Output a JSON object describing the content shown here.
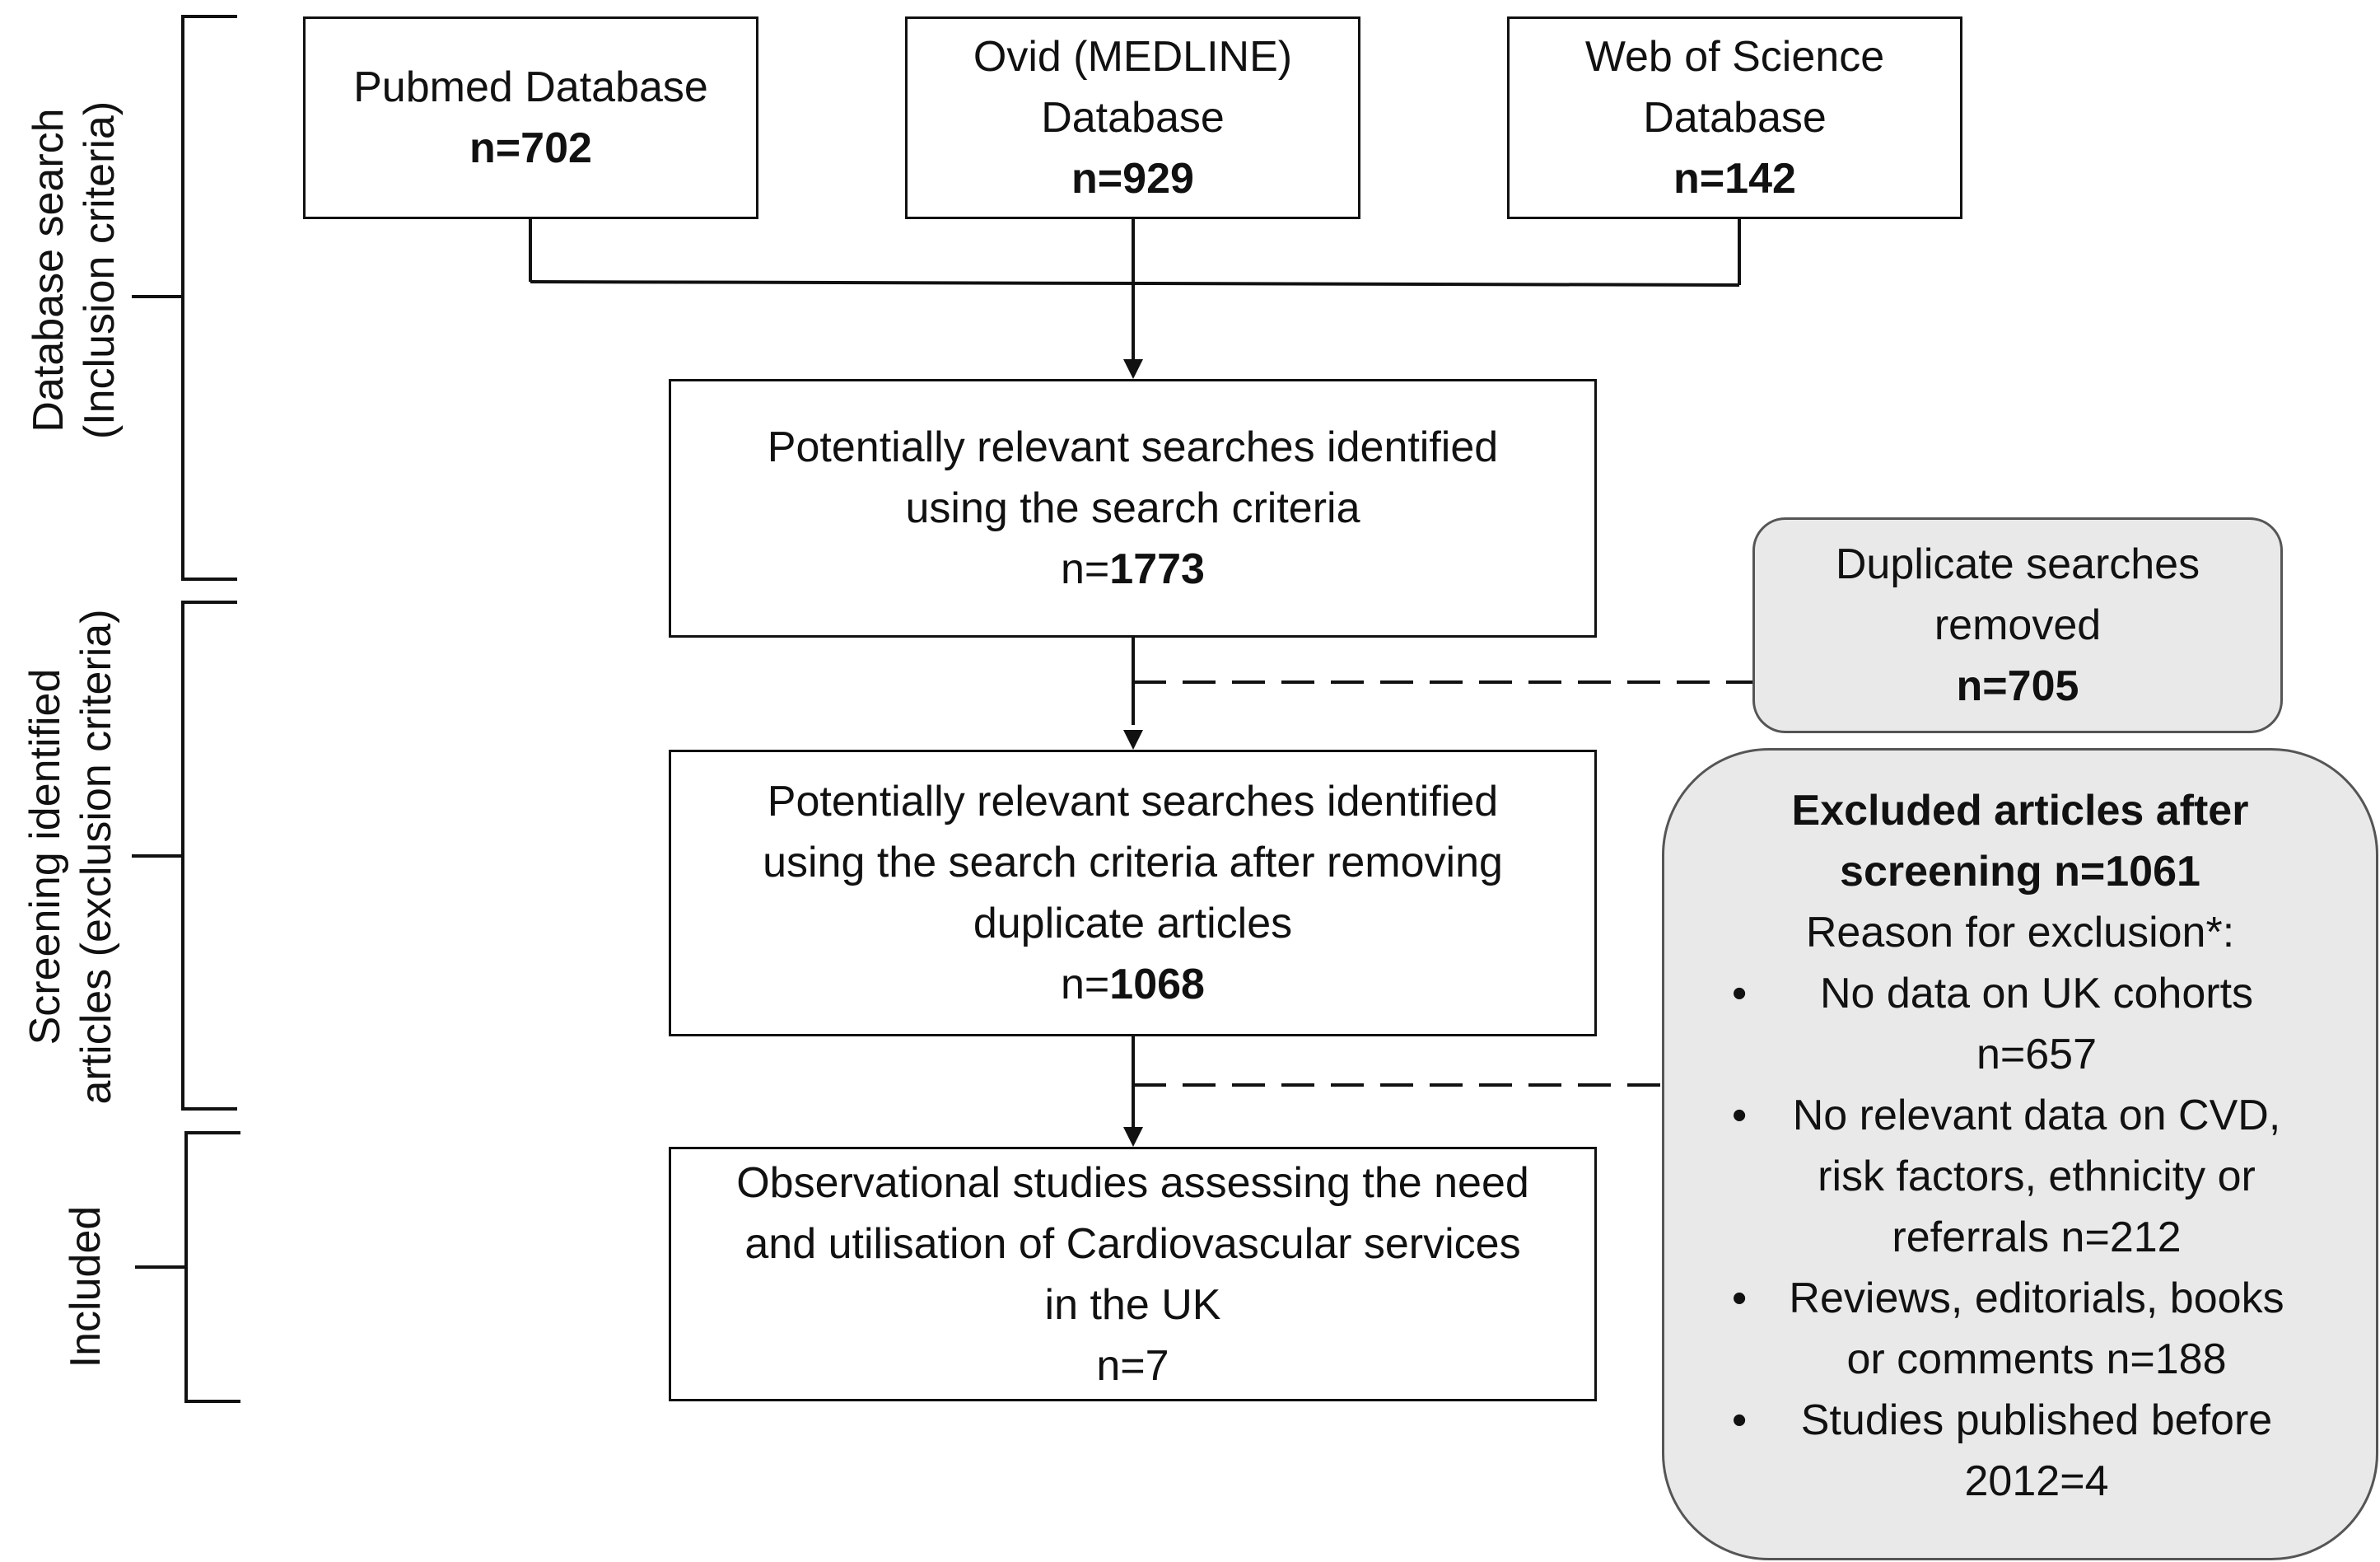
{
  "side_labels": {
    "database_search": [
      "Database search",
      "(Inclusion criteria)"
    ],
    "screening": [
      "Screening identified",
      "articles (exclusion criteria)"
    ],
    "included": "Included"
  },
  "sources": [
    {
      "title": "Pubmed Database",
      "title2": "",
      "n": "n=702"
    },
    {
      "title": "Ovid (MEDLINE)",
      "title2": "Database",
      "n": "n=929"
    },
    {
      "title": "Web of Science",
      "title2": "Database",
      "n": "n=142"
    }
  ],
  "identified": {
    "lines": [
      "Potentially relevant searches identified",
      "using the search criteria"
    ],
    "n_prefix": "n=",
    "n_value": "1773"
  },
  "duplicates": {
    "lines": [
      "Duplicate searches",
      "removed"
    ],
    "n": "n=705"
  },
  "after_dedup": {
    "lines": [
      "Potentially relevant searches identified",
      "using the search criteria after removing",
      "duplicate articles"
    ],
    "n_prefix": "n=",
    "n_value": "1068"
  },
  "included": {
    "lines": [
      "Observational studies assessing the need",
      "and utilisation of Cardiovascular services",
      "in the UK"
    ],
    "n": "n=7"
  },
  "excluded": {
    "heading": [
      "Excluded articles after",
      "screening n=1061"
    ],
    "reason_label": "Reason for exclusion*:",
    "bullet": "•",
    "reasons": [
      {
        "lines": [
          "No data on UK cohorts",
          "n=657"
        ]
      },
      {
        "lines": [
          "No relevant data on CVD,",
          "risk factors, ethnicity or",
          "referrals n=212"
        ]
      },
      {
        "lines": [
          "Reviews, editorials, books",
          "or comments n=188"
        ]
      },
      {
        "lines": [
          "Studies published before",
          "2012=4"
        ]
      }
    ]
  }
}
